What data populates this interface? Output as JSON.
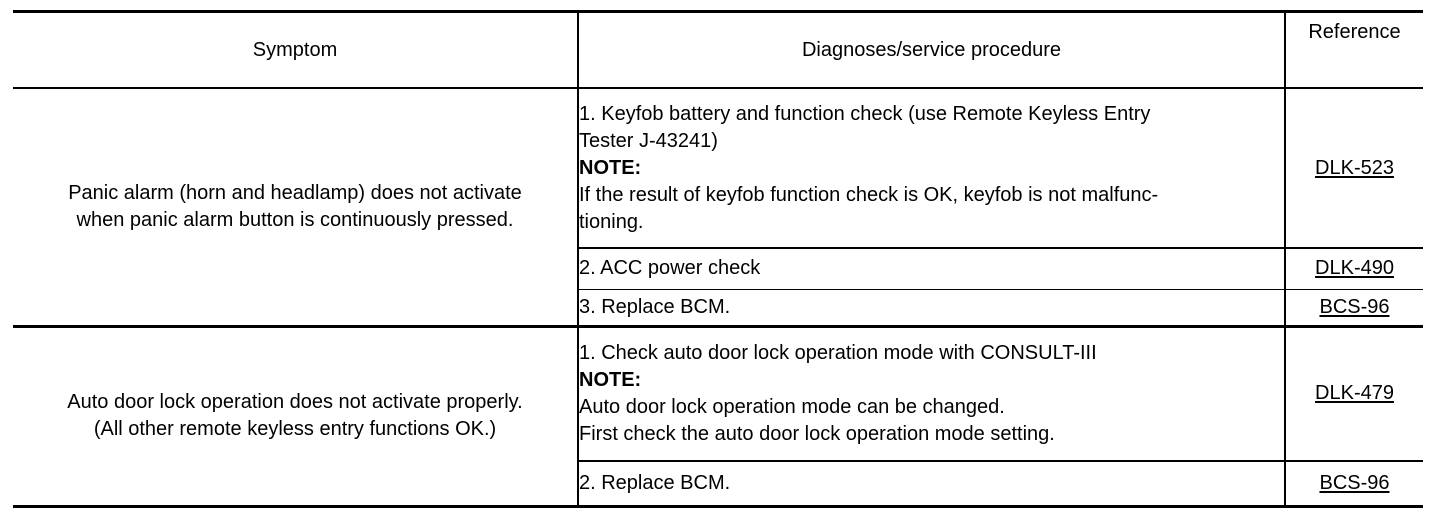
{
  "table": {
    "headers": {
      "symptom": "Symptom",
      "procedure": "Diagnoses/service procedure",
      "reference": "Reference"
    },
    "groups": [
      {
        "symptom_lines": [
          "Panic alarm (horn and headlamp) does not activate",
          "when panic alarm button is continuously pressed."
        ],
        "steps": [
          {
            "lines": [
              {
                "text": "1. Keyfob battery and function check (use Remote Keyless Entry",
                "bold": false
              },
              {
                "text": "Tester J-43241)",
                "bold": false
              },
              {
                "text": "NOTE:",
                "bold": true
              },
              {
                "text": "If the result of keyfob function check is OK, keyfob is not malfunc-",
                "bold": false
              },
              {
                "text": "tioning.",
                "bold": false
              }
            ],
            "reference": "DLK-523"
          },
          {
            "lines": [
              {
                "text": "2. ACC power check",
                "bold": false
              }
            ],
            "reference": "DLK-490"
          },
          {
            "lines": [
              {
                "text": "3. Replace BCM.",
                "bold": false
              }
            ],
            "reference": "BCS-96"
          }
        ]
      },
      {
        "symptom_lines": [
          "Auto door lock operation does not activate properly.",
          "(All other remote keyless entry functions OK.)"
        ],
        "steps": [
          {
            "lines": [
              {
                "text": "1. Check auto door lock operation mode with CONSULT-III",
                "bold": false
              },
              {
                "text": "NOTE:",
                "bold": true
              },
              {
                "text": "Auto door lock operation mode can be changed.",
                "bold": false
              },
              {
                "text": "First check the auto door lock operation mode setting.",
                "bold": false
              }
            ],
            "reference": "DLK-479"
          },
          {
            "lines": [
              {
                "text": "2. Replace BCM.",
                "bold": false
              }
            ],
            "reference": "BCS-96"
          }
        ]
      }
    ]
  },
  "colors": {
    "text": "#000000",
    "background": "#ffffff",
    "rule": "#000000"
  }
}
